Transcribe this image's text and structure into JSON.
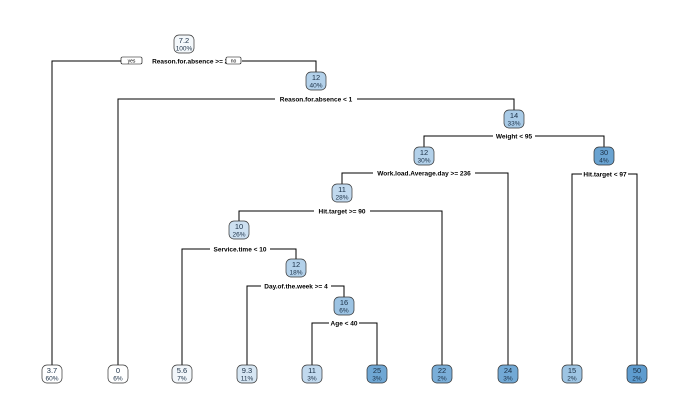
{
  "yes_label": "yes",
  "no_label": "no",
  "nodes": [
    {
      "id": "n1",
      "value": "7.2",
      "pct": "100%",
      "fill": "#f4f8fb",
      "split": "Reason.for.absence >= 26"
    },
    {
      "id": "n3",
      "value": "12",
      "pct": "40%",
      "fill": "#b3d1ea",
      "split": "Reason.for.absence < 1"
    },
    {
      "id": "n7",
      "value": "14",
      "pct": "33%",
      "fill": "#a9cbe7",
      "split": "Weight < 95"
    },
    {
      "id": "n14",
      "value": "12",
      "pct": "30%",
      "fill": "#b3d1ea",
      "split": "Work.load.Average.day >= 236"
    },
    {
      "id": "n15",
      "value": "30",
      "pct": "4%",
      "fill": "#6aa3d1",
      "split": "Hit.target < 97"
    },
    {
      "id": "n28",
      "value": "11",
      "pct": "28%",
      "fill": "#c1d9ee",
      "split": "Hit.target >= 90"
    },
    {
      "id": "n56",
      "value": "10",
      "pct": "26%",
      "fill": "#cde0f1",
      "split": "Service.time < 10"
    },
    {
      "id": "n113",
      "value": "12",
      "pct": "18%",
      "fill": "#b3d1ea",
      "split": "Day.of.the.week >= 4"
    },
    {
      "id": "n227",
      "value": "16",
      "pct": "6%",
      "fill": "#9cc3e3",
      "split": "Age < 40"
    },
    {
      "id": "l1",
      "value": "3.7",
      "pct": "60%",
      "fill": "#ffffff",
      "split": ""
    },
    {
      "id": "l2",
      "value": "0",
      "pct": "6%",
      "fill": "#ffffff",
      "split": ""
    },
    {
      "id": "l3",
      "value": "5.6",
      "pct": "7%",
      "fill": "#f2f6fa",
      "split": ""
    },
    {
      "id": "l4",
      "value": "9.3",
      "pct": "11%",
      "fill": "#d6e6f3",
      "split": ""
    },
    {
      "id": "l5",
      "value": "11",
      "pct": "3%",
      "fill": "#c1d9ee",
      "split": ""
    },
    {
      "id": "l6",
      "value": "25",
      "pct": "3%",
      "fill": "#6fa7d4",
      "split": ""
    },
    {
      "id": "l7",
      "value": "22",
      "pct": "2%",
      "fill": "#7aaed8",
      "split": ""
    },
    {
      "id": "l8",
      "value": "24",
      "pct": "3%",
      "fill": "#72a9d5",
      "split": ""
    },
    {
      "id": "l9",
      "value": "15",
      "pct": "2%",
      "fill": "#9dc4e3",
      "split": ""
    },
    {
      "id": "l10",
      "value": "50",
      "pct": "2%",
      "fill": "#5e9ccf",
      "split": ""
    }
  ]
}
